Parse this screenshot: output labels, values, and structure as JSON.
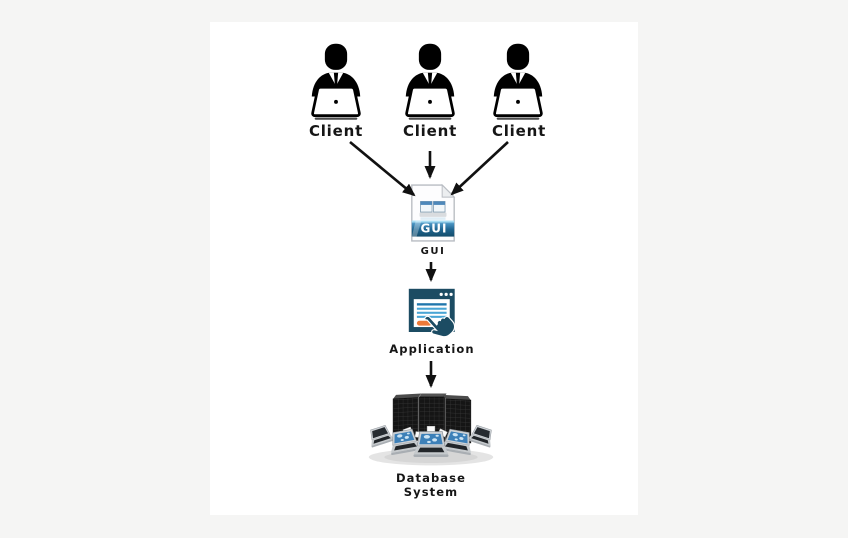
{
  "diagram": {
    "title_implicit": "Client GUI Application Database flow",
    "nodes": {
      "clients": [
        {
          "label": "Client"
        },
        {
          "label": "Client"
        },
        {
          "label": "Client"
        }
      ],
      "gui": {
        "badge": "GUI",
        "label": "GUI"
      },
      "application": {
        "label": "Application"
      },
      "database": {
        "line1": "Database",
        "line2": "System"
      }
    },
    "connections": [
      "client-1 -> gui",
      "client-2 -> gui",
      "client-3 -> gui",
      "gui -> application",
      "application -> database"
    ]
  },
  "icons": {
    "client": "person-at-laptop-icon",
    "gui": "gui-file-icon",
    "application": "app-window-pointer-hand-icon",
    "database": "server-racks-with-laptops-icon",
    "connector": "black-arrow"
  },
  "colors": {
    "background": "#f5f5f4",
    "panel": "#ffffff",
    "text": "#161616",
    "arrow": "#111111",
    "app_navy": "#1c4c63",
    "app_line_blue": "#49a5d5",
    "app_line_blue_dark": "#2076ac",
    "app_orange": "#ee7a38",
    "gui_banner_blue": "#1f6590",
    "laptop_screen_blue": "#3d80b8",
    "server_black": "#151515"
  }
}
